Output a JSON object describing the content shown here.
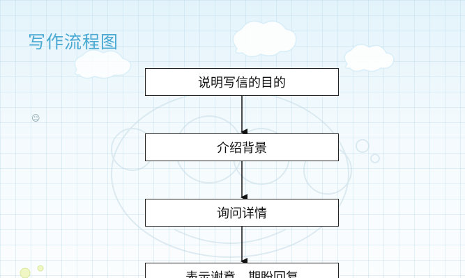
{
  "title": "写作流程图",
  "bullet_symbol": "☺",
  "flow": {
    "steps": [
      "说明写信的目的",
      "介绍背景",
      "询问详情",
      "表示谢意，期盼回复"
    ]
  },
  "colors": {
    "title": "#4aa9d3",
    "background_top": "#e3f3fb",
    "box_border": "#222222",
    "arrow": "#111111"
  },
  "icons": [
    "cloud-icon",
    "smiley-icon"
  ]
}
